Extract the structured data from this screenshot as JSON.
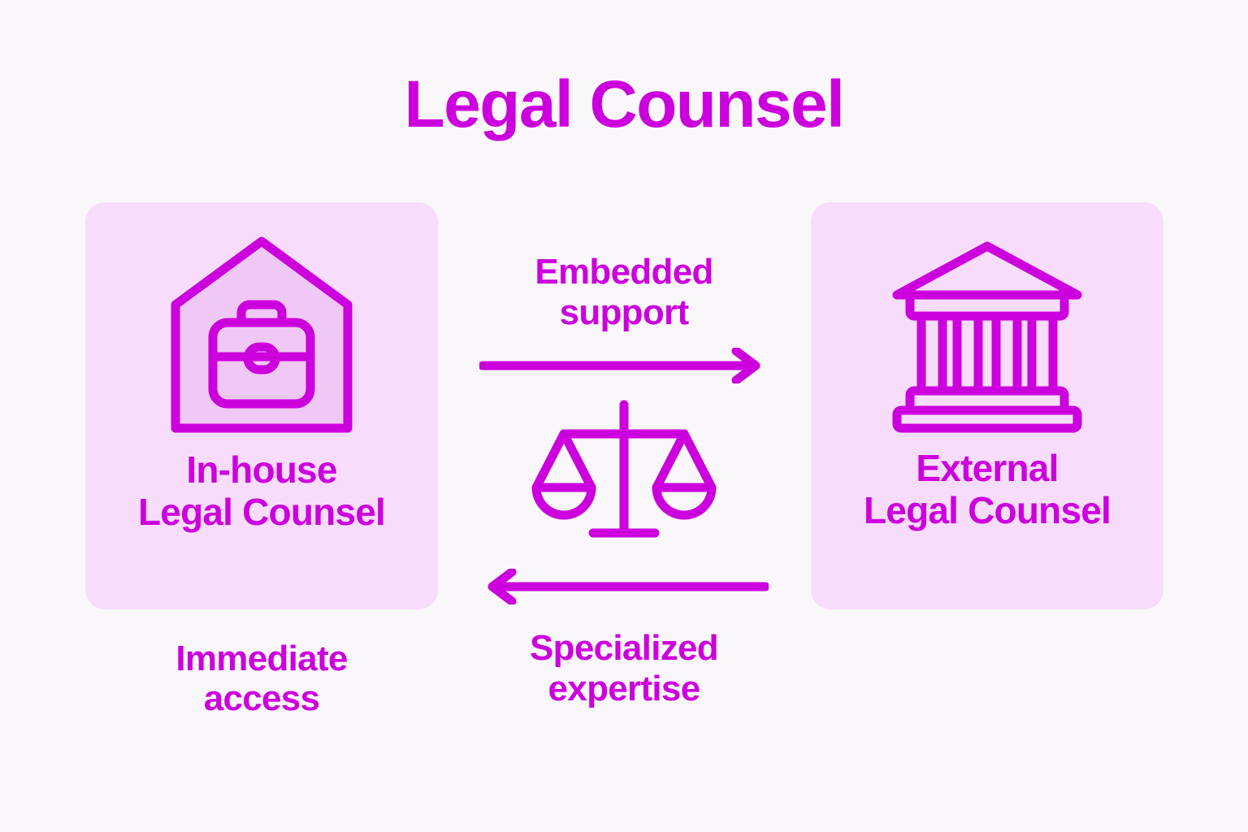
{
  "page": {
    "title": "Legal Counsel",
    "background_color": "#f9f7f9",
    "accent_color": "#cc00dd",
    "card_color": "#f7ddfb"
  },
  "cards": [
    {
      "id": "in-house",
      "icon": "house-with-briefcase-icon",
      "label": "In-house\nLegal Counsel",
      "caption": "Immediate\naccess"
    },
    {
      "id": "external",
      "icon": "bank-courthouse-icon",
      "label": "External\nLegal Counsel",
      "caption": ""
    }
  ],
  "flow": {
    "center_icon": "scales-of-justice-icon",
    "forward": {
      "label": "Embedded\nsupport",
      "direction": "right",
      "icon": "arrow-right-icon"
    },
    "backward": {
      "label": "Specialized\nexpertise",
      "direction": "left",
      "icon": "arrow-left-icon"
    }
  }
}
